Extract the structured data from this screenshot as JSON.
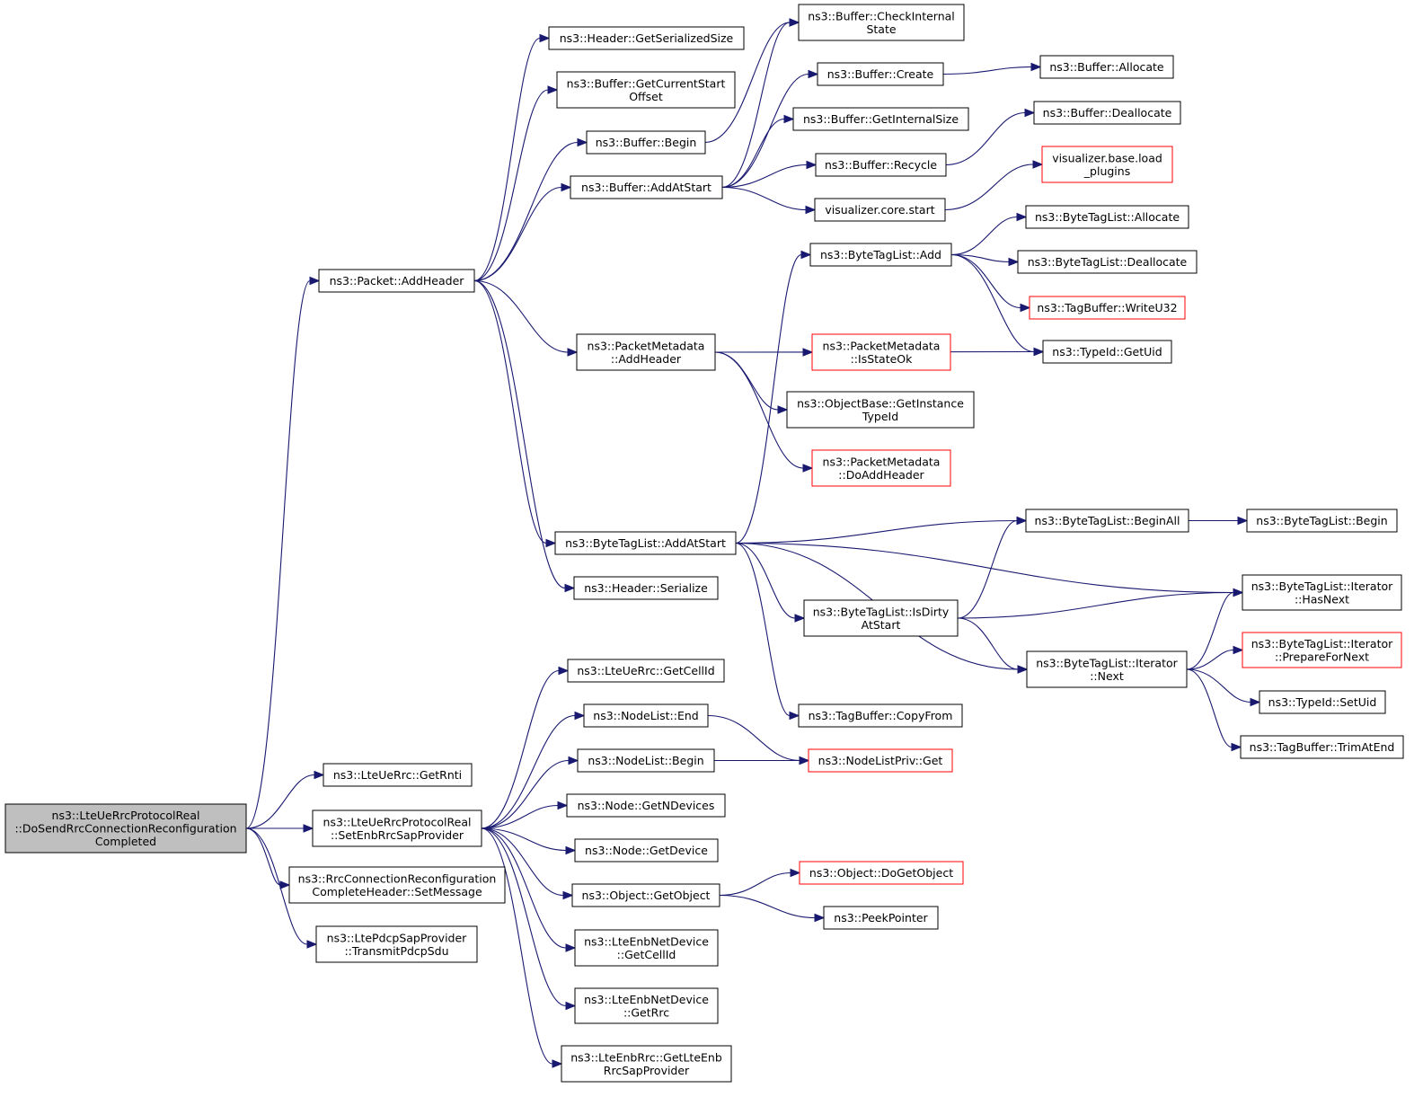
{
  "colors": {
    "edge": "#191970",
    "border": "#000000",
    "border_incomplete": "#ff0000",
    "focus_fill": "#bfbfbf",
    "fill": "#ffffff"
  },
  "nodes": [
    {
      "id": "root",
      "label": "ns3::LteUeRrcProtocolReal\n::DoSendRrcConnectionReconfiguration\nCompleted",
      "style": "focus"
    },
    {
      "id": "packet_addheader",
      "label": "ns3::Packet::AddHeader",
      "style": "normal"
    },
    {
      "id": "header_getserializedsize",
      "label": "ns3::Header::GetSerializedSize",
      "style": "normal"
    },
    {
      "id": "buffer_getcurrentstartoffset",
      "label": "ns3::Buffer::GetCurrentStart\nOffset",
      "style": "normal"
    },
    {
      "id": "buffer_begin",
      "label": "ns3::Buffer::Begin",
      "style": "normal"
    },
    {
      "id": "buffer_addatstart",
      "label": "ns3::Buffer::AddAtStart",
      "style": "normal"
    },
    {
      "id": "buffer_checkinternalstate",
      "label": "ns3::Buffer::CheckInternal\nState",
      "style": "normal"
    },
    {
      "id": "buffer_create",
      "label": "ns3::Buffer::Create",
      "style": "normal"
    },
    {
      "id": "buffer_allocate",
      "label": "ns3::Buffer::Allocate",
      "style": "normal"
    },
    {
      "id": "buffer_getinternalsize",
      "label": "ns3::Buffer::GetInternalSize",
      "style": "normal"
    },
    {
      "id": "buffer_deallocate",
      "label": "ns3::Buffer::Deallocate",
      "style": "normal"
    },
    {
      "id": "buffer_recycle",
      "label": "ns3::Buffer::Recycle",
      "style": "normal"
    },
    {
      "id": "visualizer_load_plugins",
      "label": "visualizer.base.load\n_plugins",
      "style": "incomplete"
    },
    {
      "id": "visualizer_core_start",
      "label": "visualizer.core.start",
      "style": "normal"
    },
    {
      "id": "btl_allocate",
      "label": "ns3::ByteTagList::Allocate",
      "style": "normal"
    },
    {
      "id": "btl_add",
      "label": "ns3::ByteTagList::Add",
      "style": "normal"
    },
    {
      "id": "btl_deallocate",
      "label": "ns3::ByteTagList::Deallocate",
      "style": "normal"
    },
    {
      "id": "tagbuffer_writeu32",
      "label": "ns3::TagBuffer::WriteU32",
      "style": "incomplete"
    },
    {
      "id": "typeid_getuid",
      "label": "ns3::TypeId::GetUid",
      "style": "normal"
    },
    {
      "id": "pm_addheader",
      "label": "ns3::PacketMetadata\n::AddHeader",
      "style": "normal"
    },
    {
      "id": "pm_isstateok",
      "label": "ns3::PacketMetadata\n::IsStateOk",
      "style": "incomplete"
    },
    {
      "id": "objectbase_getinstancetypeid",
      "label": "ns3::ObjectBase::GetInstance\nTypeId",
      "style": "normal"
    },
    {
      "id": "pm_doaddheader",
      "label": "ns3::PacketMetadata\n::DoAddHeader",
      "style": "incomplete"
    },
    {
      "id": "btl_addatstart",
      "label": "ns3::ByteTagList::AddAtStart",
      "style": "normal"
    },
    {
      "id": "btl_beginall",
      "label": "ns3::ByteTagList::BeginAll",
      "style": "normal"
    },
    {
      "id": "btl_begin",
      "label": "ns3::ByteTagList::Begin",
      "style": "normal"
    },
    {
      "id": "header_serialize",
      "label": "ns3::Header::Serialize",
      "style": "normal"
    },
    {
      "id": "btl_isdirtyatstart",
      "label": "ns3::ByteTagList::IsDirty\nAtStart",
      "style": "normal"
    },
    {
      "id": "btl_iter_hasnext",
      "label": "ns3::ByteTagList::Iterator\n::HasNext",
      "style": "normal"
    },
    {
      "id": "btl_iter_prepare",
      "label": "ns3::ByteTagList::Iterator\n::PrepareForNext",
      "style": "incomplete"
    },
    {
      "id": "btl_iter_next",
      "label": "ns3::ByteTagList::Iterator\n::Next",
      "style": "normal"
    },
    {
      "id": "typeid_setuid",
      "label": "ns3::TypeId::SetUid",
      "style": "normal"
    },
    {
      "id": "tagbuffer_trimatend",
      "label": "ns3::TagBuffer::TrimAtEnd",
      "style": "normal"
    },
    {
      "id": "tagbuffer_copyfrom",
      "label": "ns3::TagBuffer::CopyFrom",
      "style": "normal"
    },
    {
      "id": "lteuerrc_getcellid",
      "label": "ns3::LteUeRrc::GetCellId",
      "style": "normal"
    },
    {
      "id": "nodelist_end",
      "label": "ns3::NodeList::End",
      "style": "normal"
    },
    {
      "id": "nodelist_begin",
      "label": "ns3::NodeList::Begin",
      "style": "normal"
    },
    {
      "id": "nodelistpriv_get",
      "label": "ns3::NodeListPriv::Get",
      "style": "incomplete"
    },
    {
      "id": "lteuerrc_getrnti",
      "label": "ns3::LteUeRrc::GetRnti",
      "style": "normal"
    },
    {
      "id": "setenbrrcsapprovider",
      "label": "ns3::LteUeRrcProtocolReal\n::SetEnbRrcSapProvider",
      "style": "normal"
    },
    {
      "id": "node_getndevices",
      "label": "ns3::Node::GetNDevices",
      "style": "normal"
    },
    {
      "id": "node_getdevice",
      "label": "ns3::Node::GetDevice",
      "style": "normal"
    },
    {
      "id": "object_getobject",
      "label": "ns3::Object::GetObject",
      "style": "normal"
    },
    {
      "id": "object_dogetobject",
      "label": "ns3::Object::DoGetObject",
      "style": "incomplete"
    },
    {
      "id": "peekpointer",
      "label": "ns3::PeekPointer",
      "style": "normal"
    },
    {
      "id": "rrcconnreconf_setmessage",
      "label": "ns3::RrcConnectionReconfiguration\nCompleteHeader::SetMessage",
      "style": "normal"
    },
    {
      "id": "ltepdcpsapprovider_transmit",
      "label": "ns3::LtePdcpSapProvider\n::TransmitPdcpSdu",
      "style": "normal"
    },
    {
      "id": "lteenbnetdevice_getcellid",
      "label": "ns3::LteEnbNetDevice\n::GetCellId",
      "style": "normal"
    },
    {
      "id": "lteenbnetdevice_getrrc",
      "label": "ns3::LteEnbNetDevice\n::GetRrc",
      "style": "normal"
    },
    {
      "id": "lteenbrrc_getlteenbrrcsapprovider",
      "label": "ns3::LteEnbRrc::GetLteEnb\nRrcSapProvider",
      "style": "normal"
    }
  ],
  "edges": [
    [
      "root",
      "packet_addheader"
    ],
    [
      "root",
      "lteuerrc_getrnti"
    ],
    [
      "root",
      "setenbrrcsapprovider"
    ],
    [
      "root",
      "rrcconnreconf_setmessage"
    ],
    [
      "root",
      "ltepdcpsapprovider_transmit"
    ],
    [
      "packet_addheader",
      "header_getserializedsize"
    ],
    [
      "packet_addheader",
      "buffer_getcurrentstartoffset"
    ],
    [
      "packet_addheader",
      "buffer_begin"
    ],
    [
      "packet_addheader",
      "buffer_addatstart"
    ],
    [
      "packet_addheader",
      "pm_addheader"
    ],
    [
      "packet_addheader",
      "btl_addatstart"
    ],
    [
      "packet_addheader",
      "header_serialize"
    ],
    [
      "buffer_begin",
      "buffer_checkinternalstate"
    ],
    [
      "buffer_addatstart",
      "buffer_checkinternalstate"
    ],
    [
      "buffer_addatstart",
      "buffer_create"
    ],
    [
      "buffer_addatstart",
      "buffer_getinternalsize"
    ],
    [
      "buffer_addatstart",
      "buffer_recycle"
    ],
    [
      "buffer_addatstart",
      "visualizer_core_start"
    ],
    [
      "buffer_create",
      "buffer_allocate"
    ],
    [
      "buffer_recycle",
      "buffer_deallocate"
    ],
    [
      "visualizer_core_start",
      "visualizer_load_plugins"
    ],
    [
      "btl_add",
      "btl_allocate"
    ],
    [
      "btl_add",
      "btl_deallocate"
    ],
    [
      "btl_add",
      "tagbuffer_writeu32"
    ],
    [
      "btl_add",
      "typeid_getuid"
    ],
    [
      "pm_addheader",
      "typeid_getuid"
    ],
    [
      "pm_addheader",
      "pm_isstateok"
    ],
    [
      "pm_addheader",
      "objectbase_getinstancetypeid"
    ],
    [
      "pm_addheader",
      "pm_doaddheader"
    ],
    [
      "btl_addatstart",
      "btl_add"
    ],
    [
      "btl_addatstart",
      "btl_beginall"
    ],
    [
      "btl_addatstart",
      "btl_iter_hasnext"
    ],
    [
      "btl_addatstart",
      "btl_isdirtyatstart"
    ],
    [
      "btl_addatstart",
      "btl_iter_next"
    ],
    [
      "btl_addatstart",
      "tagbuffer_copyfrom"
    ],
    [
      "btl_beginall",
      "btl_begin"
    ],
    [
      "btl_isdirtyatstart",
      "btl_beginall"
    ],
    [
      "btl_isdirtyatstart",
      "btl_iter_hasnext"
    ],
    [
      "btl_isdirtyatstart",
      "btl_iter_next"
    ],
    [
      "btl_iter_next",
      "btl_iter_hasnext"
    ],
    [
      "btl_iter_next",
      "btl_iter_prepare"
    ],
    [
      "btl_iter_next",
      "typeid_setuid"
    ],
    [
      "btl_iter_next",
      "tagbuffer_trimatend"
    ],
    [
      "setenbrrcsapprovider",
      "lteuerrc_getcellid"
    ],
    [
      "setenbrrcsapprovider",
      "nodelist_end"
    ],
    [
      "setenbrrcsapprovider",
      "nodelist_begin"
    ],
    [
      "setenbrrcsapprovider",
      "node_getndevices"
    ],
    [
      "setenbrrcsapprovider",
      "node_getdevice"
    ],
    [
      "setenbrrcsapprovider",
      "object_getobject"
    ],
    [
      "setenbrrcsapprovider",
      "lteenbnetdevice_getcellid"
    ],
    [
      "setenbrrcsapprovider",
      "lteenbnetdevice_getrrc"
    ],
    [
      "setenbrrcsapprovider",
      "lteenbrrc_getlteenbrrcsapprovider"
    ],
    [
      "nodelist_end",
      "nodelistpriv_get"
    ],
    [
      "nodelist_begin",
      "nodelistpriv_get"
    ],
    [
      "object_getobject",
      "object_dogetobject"
    ],
    [
      "object_getobject",
      "peekpointer"
    ]
  ]
}
